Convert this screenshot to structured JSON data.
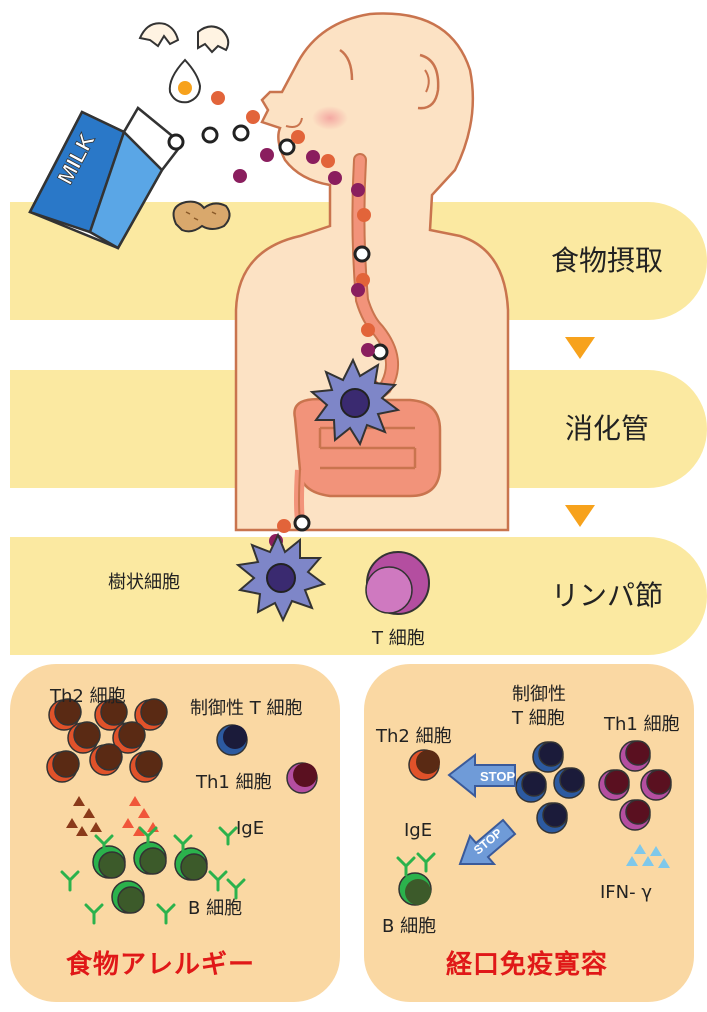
{
  "stages": [
    {
      "label": "食物摂取"
    },
    {
      "label": "消化管"
    },
    {
      "label": "リンパ節"
    }
  ],
  "milk_carton_text": "MILK",
  "lymph_labels": {
    "dendritic_cell": "樹状細胞",
    "t_cell": "T 細胞"
  },
  "allergy_panel": {
    "th2": "Th2 細胞",
    "treg": "制御性 T 細胞",
    "th1": "Th1 細胞",
    "ige": "IgE",
    "b_cell": "B 細胞",
    "title": "食物アレルギー"
  },
  "tolerance_panel": {
    "treg_line1": "制御性",
    "treg_line2": "T 細胞",
    "th1": "Th1 細胞",
    "th2": "Th2 細胞",
    "stop_1": "STOP",
    "stop_2": "STOP",
    "ige": "IgE",
    "ifn": "IFN- γ",
    "b_cell": "B 細胞",
    "title": "経口免疫寛容"
  },
  "colors": {
    "band": "#fbe9a1",
    "arrow": "#f7a21c",
    "panel": "#fad8a3",
    "title_red": "#e01818",
    "skin": "#fce2c4",
    "gut": "#f2937a",
    "dendritic": "#7e86c8",
    "th2": "#c8532c",
    "th1": "#5a1020",
    "treg": "#1b1b3a",
    "b_cell": "#3c5a2a",
    "antibody": "#2bb24c",
    "stop_arrow": "#6f9bd8"
  }
}
